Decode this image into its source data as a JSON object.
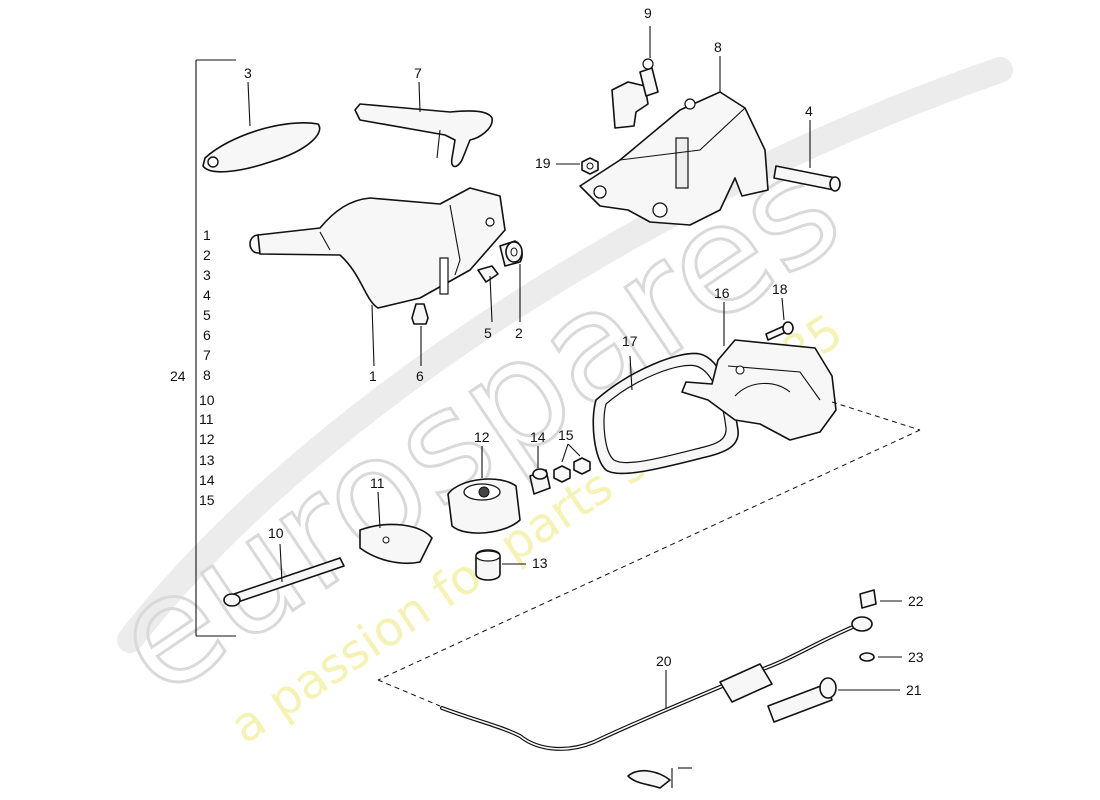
{
  "watermark": {
    "brand": "eurospares",
    "tagline": "a passion for parts since 1985"
  },
  "group": {
    "label": "24"
  },
  "group_list": [
    "1",
    "2",
    "3",
    "4",
    "5",
    "6",
    "7",
    "8",
    "10",
    "11",
    "12",
    "13",
    "14",
    "15"
  ],
  "callouts": {
    "c1": "1",
    "c2": "2",
    "c3": "3",
    "c4": "4",
    "c5": "5",
    "c6": "6",
    "c7": "7",
    "c8": "8",
    "c9": "9",
    "c10": "10",
    "c11": "11",
    "c12": "12",
    "c13": "13",
    "c14": "14",
    "c15": "15",
    "c16": "16",
    "c17": "17",
    "c18": "18",
    "c19": "19",
    "c20": "20",
    "c21": "21",
    "c22": "22",
    "c23": "23"
  }
}
